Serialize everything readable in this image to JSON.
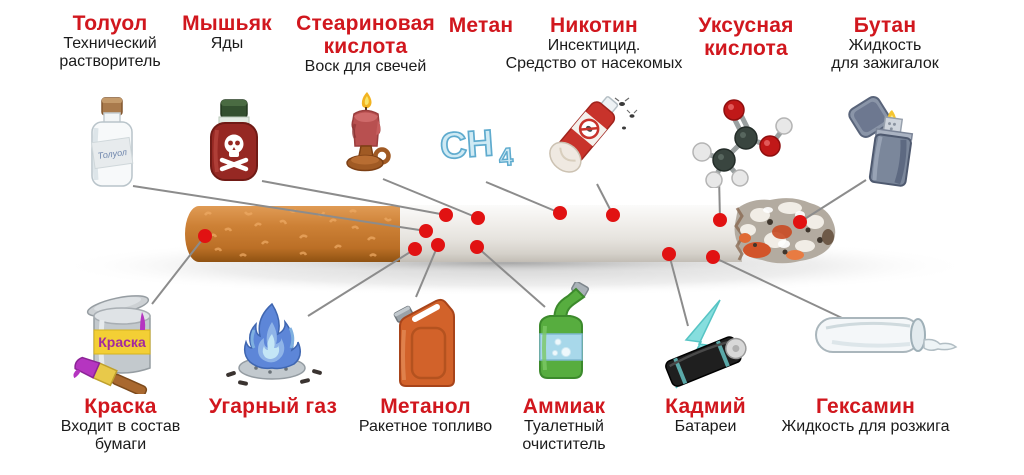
{
  "colors": {
    "title_red": "#d1171e",
    "text_black": "#1b1b1b",
    "connector_gray": "#8c8c8c",
    "dot_red": "#e11212",
    "filter_orange": "#c87c30",
    "paper_white": "#efede8"
  },
  "top_items": [
    {
      "title_lines": [
        "Толуол"
      ],
      "subtitle_lines": [
        "Технический",
        "растворитель"
      ],
      "icon": "toluene-bottle-icon"
    },
    {
      "title_lines": [
        "Мышьяк"
      ],
      "subtitle_lines": [
        "Яды"
      ],
      "icon": "arsenic-poison-jar-icon"
    },
    {
      "title_lines": [
        "Стеариновая",
        "кислота"
      ],
      "subtitle_lines": [
        "Воск для свечей"
      ],
      "icon": "stearic-candle-icon"
    },
    {
      "title_lines": [
        "Метан"
      ],
      "subtitle_lines": [],
      "icon": "methane-formula-icon"
    },
    {
      "title_lines": [
        "Никотин"
      ],
      "subtitle_lines": [
        "Инсектицид.",
        "Средство от насекомых"
      ],
      "icon": "nicotine-insecticide-spray-icon"
    },
    {
      "title_lines": [
        "Уксусная",
        "кислота"
      ],
      "subtitle_lines": [],
      "icon": "acetic-acid-molecule-icon"
    },
    {
      "title_lines": [
        "Бутан"
      ],
      "subtitle_lines": [
        "Жидкость",
        "для зажигалок"
      ],
      "icon": "butane-lighter-icon"
    }
  ],
  "bottom_items": [
    {
      "title_lines": [
        "Краска"
      ],
      "subtitle_lines": [
        "Входит в состав",
        "бумаги"
      ],
      "icon": "paint-can-icon"
    },
    {
      "title_lines": [
        "Угарный газ"
      ],
      "subtitle_lines": [],
      "icon": "carbon-monoxide-flame-icon"
    },
    {
      "title_lines": [
        "Метанол"
      ],
      "subtitle_lines": [
        "Ракетное топливо"
      ],
      "icon": "methanol-jerrycan-icon"
    },
    {
      "title_lines": [
        "Аммиак"
      ],
      "subtitle_lines": [
        "Туалетный",
        "очиститель"
      ],
      "icon": "ammonia-cleaner-bottle-icon"
    },
    {
      "title_lines": [
        "Кадмий"
      ],
      "subtitle_lines": [
        "Батареи"
      ],
      "icon": "cadmium-battery-icon"
    },
    {
      "title_lines": [
        "Гексамин"
      ],
      "subtitle_lines": [
        "Жидкость для розжига"
      ],
      "icon": "hexamine-vial-icon"
    }
  ],
  "icon_texts": {
    "toluene_bottle_label": "Толуол",
    "paint_can_label": "Краска",
    "methane_formula_main": "CH",
    "methane_formula_sub": "4"
  }
}
